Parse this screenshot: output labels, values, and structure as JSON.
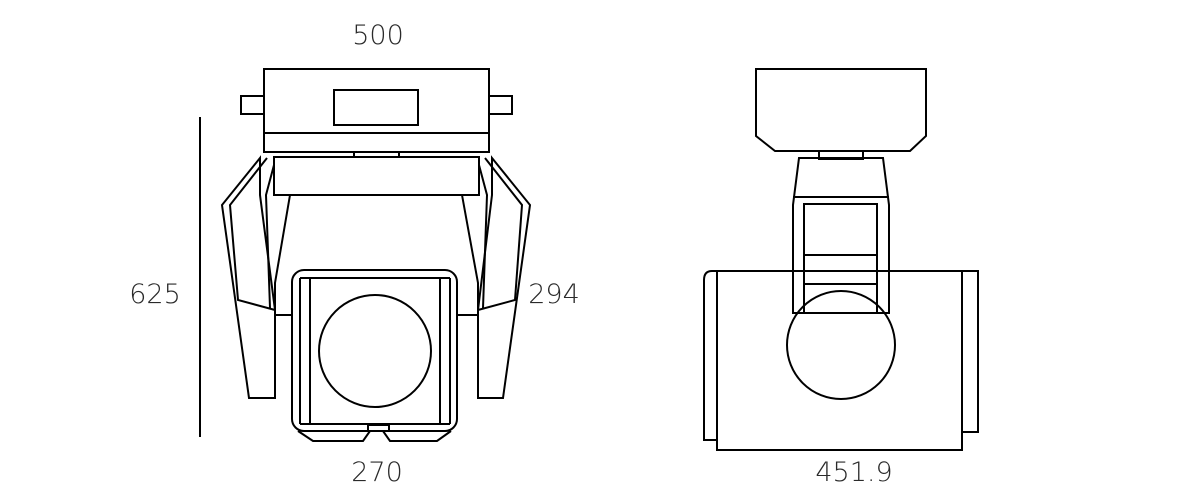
{
  "dimensions": {
    "front_top_width": "500",
    "front_height": "625",
    "front_side": "294",
    "front_bottom_width": "270",
    "side_bottom_width": "451.9"
  }
}
